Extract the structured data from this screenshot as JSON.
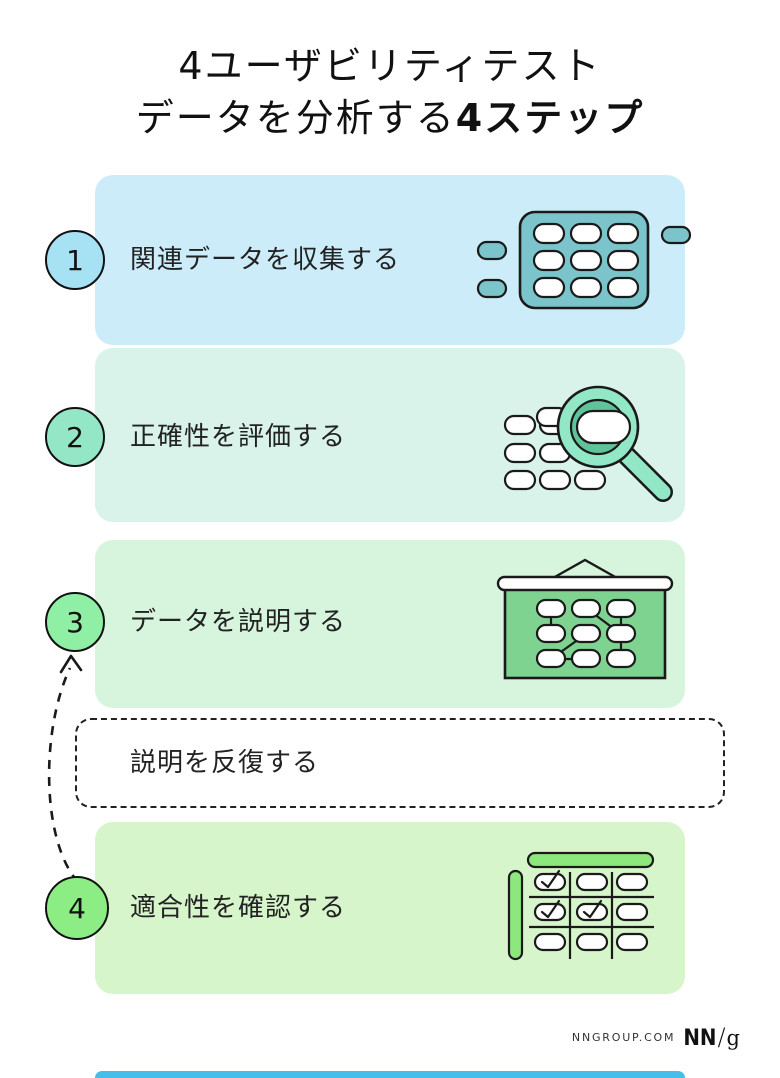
{
  "title": {
    "line1": "4ユーザビリティテスト",
    "line2_normal": "データを分析する",
    "line2_bold": "4ステップ"
  },
  "steps": [
    {
      "number": "1",
      "label": "関連データを収集する",
      "icon": "data-grid-icon",
      "panel_color": "#cdecf9",
      "circle_color": "#a6e2f3"
    },
    {
      "number": "2",
      "label": "正確性を評価する",
      "icon": "magnifier-icon",
      "panel_color": "#d9f3ea",
      "circle_color": "#93e6c6"
    },
    {
      "number": "3",
      "label": "データを説明する",
      "icon": "presentation-board-icon",
      "panel_color": "#d7f5dd",
      "circle_color": "#8fefa5"
    },
    {
      "number": "4",
      "label": "適合性を確認する",
      "icon": "checklist-table-icon",
      "panel_color": "#d6f5cb",
      "circle_color": "#8bed84"
    }
  ],
  "iterate_box": {
    "label": "説明を反復する"
  },
  "footer": {
    "site": "NNGROUP.COM",
    "logo_nn": "NN",
    "logo_slash": "/",
    "logo_g": "g"
  },
  "colors": {
    "outline": "#1a1a1a",
    "icon_teal": "#7cc4cc",
    "icon_mint": "#92e8c6",
    "icon_mint_dark": "#5fc49a",
    "icon_board_green": "#7fd391",
    "icon_pill_green": "#8ce87d",
    "bottom_bar_blue": "#45beeb"
  }
}
